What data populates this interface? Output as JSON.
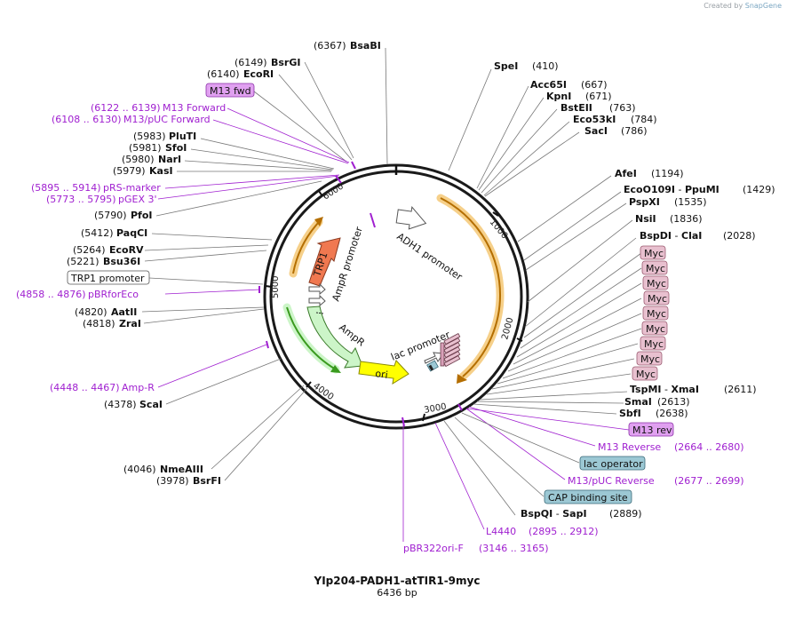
{
  "credit": {
    "prefix": "Created by",
    "brand": "SnapGene"
  },
  "plasmid": {
    "name": "YIp204-PADH1-atTIR1-9myc",
    "size_label": "6436 bp"
  },
  "ticks": [
    "1000",
    "2000",
    "3000",
    "4000",
    "5000",
    "6000"
  ],
  "features": {
    "adh1": "ADH1 promoter",
    "ampr_promoter": "AmpR promoter",
    "trp1": "TRP1",
    "ampr": "AmpR",
    "ori": "ori",
    "lac": "lac promoter"
  },
  "sites_right": [
    {
      "name": "SpeI",
      "pos": "(410)"
    },
    {
      "name": "Acc65I",
      "pos": "(667)"
    },
    {
      "name": "KpnI",
      "pos": "(671)"
    },
    {
      "name": "BstEII",
      "pos": "(763)"
    },
    {
      "name": "Eco53kI",
      "pos": "(784)"
    },
    {
      "name": "SacI",
      "pos": "(786)"
    },
    {
      "name": "AfeI",
      "pos": "(1194)"
    },
    {
      "name": "EcoO109I",
      "sep": " - ",
      "name2": "PpuMI",
      "pos": "(1429)"
    },
    {
      "name": "PspXI",
      "pos": "(1535)"
    },
    {
      "name": "NsiI",
      "pos": "(1836)"
    },
    {
      "name": "BspDI",
      "sep": " - ",
      "name2": "ClaI",
      "pos": "(2028)"
    },
    {
      "name": "TspMI",
      "sep": " - ",
      "name2": "XmaI",
      "pos": "(2611)"
    },
    {
      "name": "SmaI",
      "pos": "(2613)"
    },
    {
      "name": "SbfI",
      "pos": "(2638)"
    },
    {
      "name": "BspQI",
      "sep": " - ",
      "name2": "SapI",
      "pos": "(2889)"
    }
  ],
  "myc_boxes": [
    "Myc",
    "Myc",
    "Myc",
    "Myc",
    "Myc",
    "Myc",
    "Myc",
    "Myc",
    "Myc"
  ],
  "features_right": {
    "m13rev": "M13 rev",
    "m13reverse": {
      "name": "M13 Reverse",
      "range": "(2664 .. 2680)"
    },
    "lac_operator": "lac operator",
    "m13puc_reverse": {
      "name": "M13/pUC Reverse",
      "range": "(2677 .. 2699)"
    },
    "cap_site": "CAP binding site",
    "l4440": {
      "name": "L4440",
      "range": "(2895 .. 2912)"
    },
    "pbr322": {
      "name": "pBR322ori-F",
      "range": "(3146 .. 3165)"
    }
  },
  "sites_top": {
    "name": "BsaBI",
    "pos": "(6367)"
  },
  "sites_left": [
    {
      "name": "BsrGI",
      "pos": "(6149)"
    },
    {
      "name": "EcoRI",
      "pos": "(6140)"
    },
    {
      "name": "PluTI",
      "pos": "(5983)"
    },
    {
      "name": "SfoI",
      "pos": "(5981)"
    },
    {
      "name": "NarI",
      "pos": "(5980)"
    },
    {
      "name": "KasI",
      "pos": "(5979)"
    },
    {
      "name": "PfoI",
      "pos": "(5790)"
    },
    {
      "name": "PaqCI",
      "pos": "(5412)"
    },
    {
      "name": "EcoRV",
      "pos": "(5264)"
    },
    {
      "name": "Bsu36I",
      "pos": "(5221)"
    },
    {
      "name": "AatII",
      "pos": "(4820)"
    },
    {
      "name": "ZraI",
      "pos": "(4818)"
    },
    {
      "name": "ScaI",
      "pos": "(4378)"
    },
    {
      "name": "NmeAIII",
      "pos": "(4046)"
    },
    {
      "name": "BsrFI",
      "pos": "(3978)"
    }
  ],
  "features_left": {
    "m13fwd": "M13 fwd",
    "m13forward": {
      "range": "(6122 .. 6139)",
      "name": "M13 Forward"
    },
    "m13puc_forward": {
      "range": "(6108 .. 6130)",
      "name": "M13/pUC Forward"
    },
    "prs_marker": {
      "range": "(5895 .. 5914)",
      "name": "pRS-marker"
    },
    "pgex3": {
      "range": "(5773 .. 5795)",
      "name": "pGEX 3'"
    },
    "trp1_promoter": "TRP1 promoter",
    "pbrforeco": {
      "range": "(4858 .. 4876)",
      "name": "pBRforEco"
    },
    "amp_r": {
      "range": "(4448 .. 4467)",
      "name": "Amp-R"
    }
  },
  "colors": {
    "backbone": "#1a1a1a",
    "adh1": "#ffffff",
    "orange_halo": "#f6d08a",
    "orange_core": "#b46e00",
    "trp1": "#f07850",
    "ampr": "#ccf5c8",
    "green_arrow": "#3a9a1e",
    "ori": "#ffff00",
    "primer": "#a020d0",
    "myc_fill": "#e8c0cf",
    "myc_stroke": "#9a5a70",
    "m13_box_fill": "#e0a0f0",
    "cyan_box_fill": "#9cc8d4"
  }
}
